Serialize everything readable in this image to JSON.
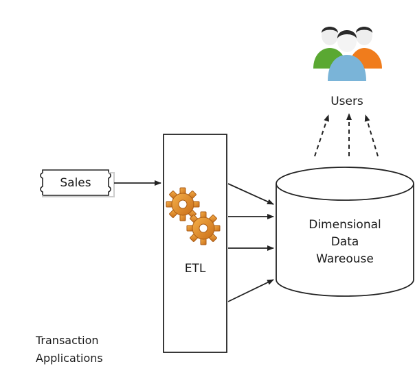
{
  "diagram": {
    "users_label": "Users",
    "source_label": "Sales",
    "etl_label": "ETL",
    "warehouse_label_lines": [
      "Dimensional",
      "Data",
      "Wareouse"
    ],
    "transaction_label_lines": [
      "Transaction",
      "Applications"
    ]
  },
  "icons": {
    "users": "users-group-icon",
    "etl": "gears-icon"
  },
  "colors": {
    "stroke": "#222222",
    "gear": "#e8902a",
    "gear_dark": "#b5651d",
    "user_green": "#5aa832",
    "user_blue": "#7ab4d8",
    "user_orange": "#f07c1c",
    "skin": "#f1f1f1",
    "hair": "#2a2a2a"
  }
}
